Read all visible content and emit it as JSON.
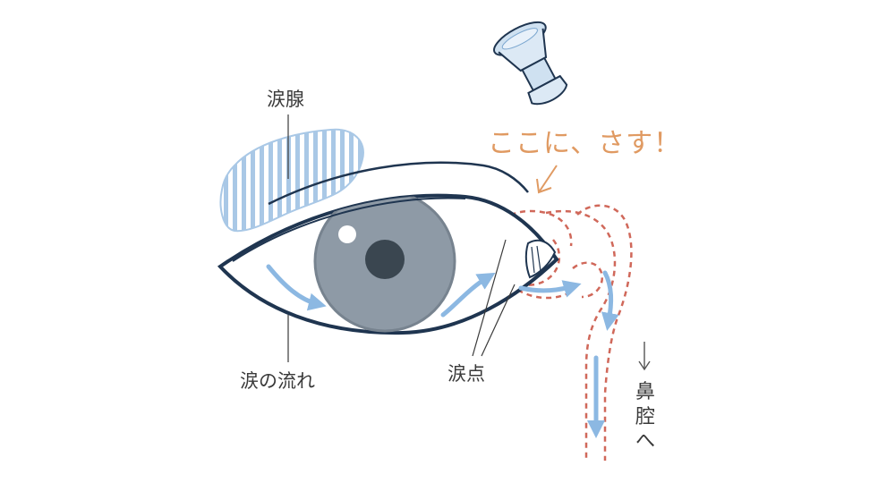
{
  "labels": {
    "lacrimal_gland": "涙腺",
    "tear_flow": "涙の流れ",
    "punctum": "涙点",
    "apply_here": "ここに、さす！",
    "to_nasal_cavity": [
      "鼻",
      "腔",
      "へ"
    ]
  },
  "icons": {
    "eye_drop": "eye-drop-bottle-icon",
    "down_arrow": "down-arrow-icon"
  },
  "colors": {
    "outline": "#1f3550",
    "flow_arrow": "#8cb8e2",
    "duct_dash": "#d0685a",
    "callout": "#e09a62",
    "iris": "#8e9aa6",
    "pupil": "#3a4650",
    "gland_stripe": "#a9c8e6"
  }
}
